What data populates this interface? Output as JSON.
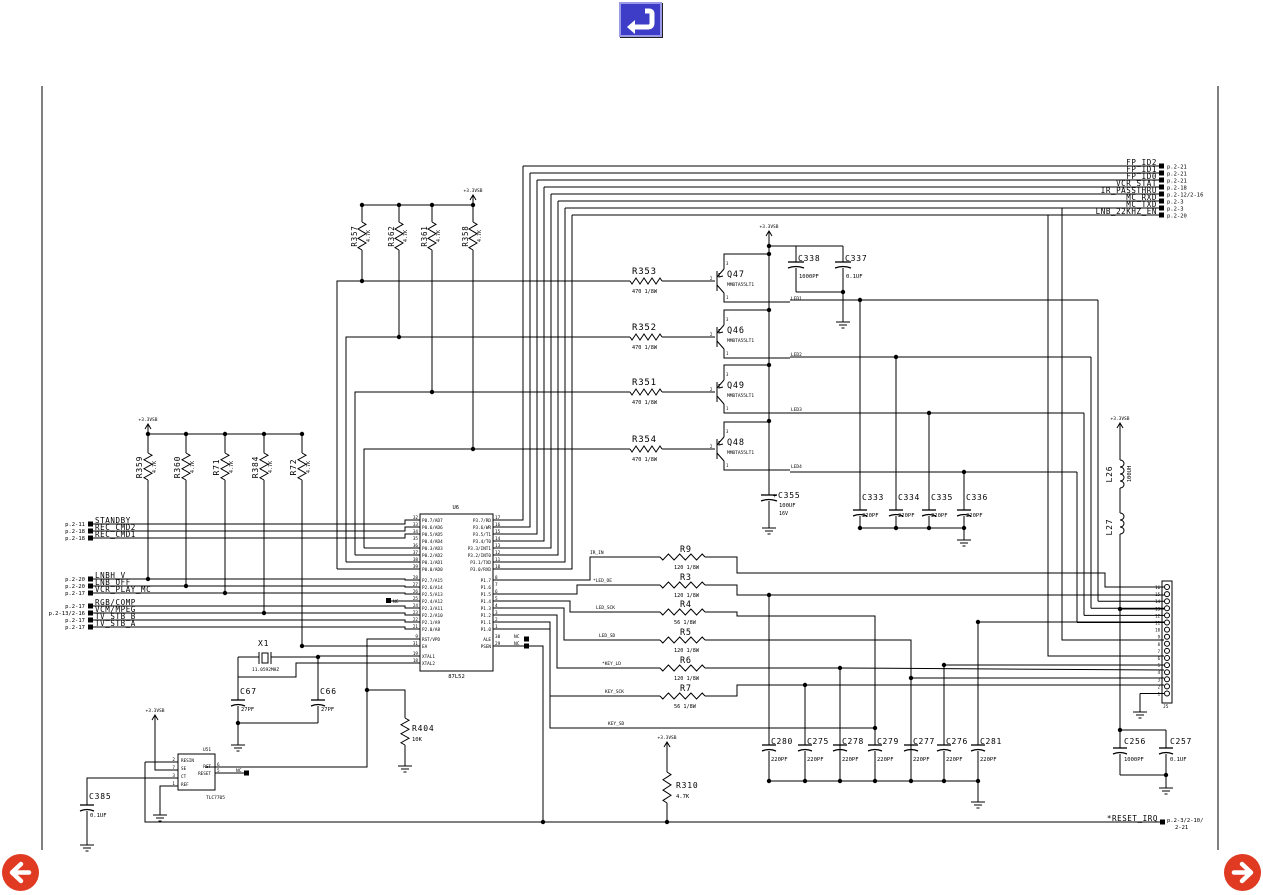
{
  "nav": {
    "back_icon": "return-arrow-icon",
    "prev_icon": "left-arrow-circle-icon",
    "next_icon": "right-arrow-circle-icon",
    "colors": {
      "back": "#3d3dc8",
      "arrows": "#e03a22"
    }
  },
  "right_signals": [
    {
      "name": "FP_ID2",
      "ref": "p.2-21"
    },
    {
      "name": "FP_ID1",
      "ref": "p.2-21"
    },
    {
      "name": "FP_ID0",
      "ref": "p.2-21"
    },
    {
      "name": "VCR_STAT",
      "ref": "p.2-18"
    },
    {
      "name": "IR_PASSTHRU",
      "ref": "p.2-12/2-16"
    },
    {
      "name": "MC_RXD",
      "ref": "p.2-3"
    },
    {
      "name": "MC_TXD",
      "ref": "p.2-3"
    },
    {
      "name": "LNB_22KHZ_EN",
      "ref": "p.2-20"
    }
  ],
  "left_signals": [
    {
      "ref": "p.2-11",
      "name": "STANDBY"
    },
    {
      "ref": "p.2-18",
      "name": "REC_CMD2"
    },
    {
      "ref": "p.2-18",
      "name": "REC_CMD1"
    },
    {
      "ref": "p.2-20",
      "name": "LNBH_V"
    },
    {
      "ref": "p.2-20",
      "name": "LNB_OFF"
    },
    {
      "ref": "p.2-17",
      "name": "VCR_PLAY_MC"
    },
    {
      "ref": "p.2-17",
      "name": "RGB/COMP"
    },
    {
      "ref": "p.2-13/2-16",
      "name": "VCM/MPEG"
    },
    {
      "ref": "p.2-17",
      "name": "TV_STB_B"
    },
    {
      "ref": "p.2-17",
      "name": "TV_STB_A"
    }
  ],
  "power": {
    "rail": "+3.3VSB"
  },
  "pullups_top": [
    {
      "ref": "R357",
      "value": "4.7K"
    },
    {
      "ref": "R362",
      "value": "4.7K"
    },
    {
      "ref": "R361",
      "value": "4.7K"
    },
    {
      "ref": "R358",
      "value": "4.7K"
    }
  ],
  "pullups_left": [
    {
      "ref": "R359",
      "value": "4.7K"
    },
    {
      "ref": "R360",
      "value": "4.7K"
    },
    {
      "ref": "R71",
      "value": "4.7K"
    },
    {
      "ref": "R384",
      "value": "4.7K"
    },
    {
      "ref": "R72",
      "value": "4.7K"
    }
  ],
  "led_drivers": [
    {
      "res": "R353",
      "res_value": "470 1/8W",
      "q": "Q47",
      "part": "MMBTA55LT1",
      "net": "LED1"
    },
    {
      "res": "R352",
      "res_value": "470 1/8W",
      "q": "Q46",
      "part": "MMBTA55LT1",
      "net": "LED2"
    },
    {
      "res": "R351",
      "res_value": "470 1/8W",
      "q": "Q49",
      "part": "MMBTA55LT1",
      "net": "LED3"
    },
    {
      "res": "R354",
      "res_value": "470 1/8W",
      "q": "Q48",
      "part": "MMBTA55LT1",
      "net": "LED4"
    }
  ],
  "caps_top": [
    {
      "ref": "C338",
      "value": "1000PF"
    },
    {
      "ref": "C337",
      "value": "0.1UF"
    }
  ],
  "c355": {
    "ref": "C355",
    "value": "100UF",
    "voltage": "16V"
  },
  "led_caps": [
    {
      "ref": "C333",
      "value": "220PF"
    },
    {
      "ref": "C334",
      "value": "220PF"
    },
    {
      "ref": "C335",
      "value": "220PF"
    },
    {
      "ref": "C336",
      "value": "220PF"
    }
  ],
  "mcu": {
    "ref": "U6",
    "part": "87L52",
    "pins_left": [
      {
        "num": "32",
        "name": "P0.7/AD7"
      },
      {
        "num": "33",
        "name": "P0.6/AD6"
      },
      {
        "num": "34",
        "name": "P0.5/AD5"
      },
      {
        "num": "35",
        "name": "P0.4/AD4"
      },
      {
        "num": "36",
        "name": "P0.3/AD3"
      },
      {
        "num": "37",
        "name": "P0.2/AD2"
      },
      {
        "num": "38",
        "name": "P0.1/AD1"
      },
      {
        "num": "39",
        "name": "P0.0/AD0"
      },
      {
        "num": "28",
        "name": "P2.7/A15"
      },
      {
        "num": "27",
        "name": "P2.6/A14"
      },
      {
        "num": "26",
        "name": "P2.5/A13"
      },
      {
        "num": "25",
        "name": "P2.4/A12"
      },
      {
        "num": "24",
        "name": "P2.3/A11"
      },
      {
        "num": "23",
        "name": "P2.2/A10"
      },
      {
        "num": "22",
        "name": "P2.1/A9"
      },
      {
        "num": "21",
        "name": "P2.0/A8"
      },
      {
        "num": "9",
        "name": "RST/VPD"
      },
      {
        "num": "31",
        "name": "EA"
      },
      {
        "num": "19",
        "name": "XTAL1"
      },
      {
        "num": "18",
        "name": "XTAL2"
      }
    ],
    "pins_right": [
      {
        "num": "17",
        "name": "P3.7/RD"
      },
      {
        "num": "16",
        "name": "P3.6/WR"
      },
      {
        "num": "15",
        "name": "P3.5/T1"
      },
      {
        "num": "14",
        "name": "P3.4/T0"
      },
      {
        "num": "13",
        "name": "P3.3/INT1"
      },
      {
        "num": "12",
        "name": "P3.2/INT0"
      },
      {
        "num": "11",
        "name": "P3.1/TXD"
      },
      {
        "num": "10",
        "name": "P3.0/RXD"
      },
      {
        "num": "8",
        "name": "P1.7"
      },
      {
        "num": "7",
        "name": "P1.6"
      },
      {
        "num": "6",
        "name": "P1.5"
      },
      {
        "num": "5",
        "name": "P1.4"
      },
      {
        "num": "4",
        "name": "P1.3"
      },
      {
        "num": "3",
        "name": "P1.2"
      },
      {
        "num": "2",
        "name": "P1.1"
      },
      {
        "num": "1",
        "name": "P1.0"
      },
      {
        "num": "30",
        "name": "ALE"
      },
      {
        "num": "29",
        "name": "PSEN"
      }
    ],
    "nc_label": "NC"
  },
  "serial_nets": [
    "IR_IN",
    "*LED_OE",
    "LED_SCK",
    "LED_SD",
    "*KEY_LD",
    "KEY_SCK",
    "KEY_SD"
  ],
  "serial_res": [
    {
      "ref": "R9",
      "value": "120 1/8W"
    },
    {
      "ref": "R3",
      "value": "120 1/8W"
    },
    {
      "ref": "R4",
      "value": "56 1/8W"
    },
    {
      "ref": "R5",
      "value": "120 1/8W"
    },
    {
      "ref": "R6",
      "value": "120 1/8W"
    },
    {
      "ref": "R7",
      "value": "56 1/8W"
    }
  ],
  "crystal": {
    "ref": "X1",
    "value": "11.0592MHZ"
  },
  "xtal_caps": [
    {
      "ref": "C67",
      "value": "27PF"
    },
    {
      "ref": "C66",
      "value": "27PF"
    }
  ],
  "r404": {
    "ref": "R404",
    "value": "10K"
  },
  "reset_ic": {
    "ref": "U51",
    "part": "TLC7705",
    "pins_left": [
      {
        "num": "2",
        "name": "RESIN"
      },
      {
        "num": "7",
        "name": "SE"
      },
      {
        "num": "3",
        "name": "CT"
      },
      {
        "num": "1",
        "name": "REF"
      }
    ],
    "pins_right": [
      {
        "num": "6",
        "name": "RST"
      },
      {
        "num": "5",
        "name": "RESET"
      }
    ]
  },
  "c385": {
    "ref": "C385",
    "value": "0.1UF"
  },
  "r310": {
    "ref": "R310",
    "value": "4.7K"
  },
  "bus_caps": [
    {
      "ref": "C280",
      "value": "220PF"
    },
    {
      "ref": "C275",
      "value": "220PF"
    },
    {
      "ref": "C278",
      "value": "220PF"
    },
    {
      "ref": "C279",
      "value": "220PF"
    },
    {
      "ref": "C277",
      "value": "220PF"
    },
    {
      "ref": "C276",
      "value": "220PF"
    },
    {
      "ref": "C281",
      "value": "220PF"
    }
  ],
  "l26": {
    "ref": "L26",
    "value": "100UH"
  },
  "l27": {
    "ref": "L27"
  },
  "c256": {
    "ref": "C256",
    "value": "1000PF"
  },
  "c257": {
    "ref": "C257",
    "value": "0.1UF"
  },
  "connector": {
    "ref": "J5",
    "pins": [
      "16",
      "15",
      "14",
      "13",
      "12",
      "11",
      "10",
      "9",
      "8",
      "7",
      "6",
      "5",
      "4",
      "3",
      "2",
      "1"
    ]
  },
  "reset_out": {
    "name": "*RESET_IRQ",
    "ref_line1": "p.2-3/2-10/",
    "ref_line2": "2-21"
  }
}
